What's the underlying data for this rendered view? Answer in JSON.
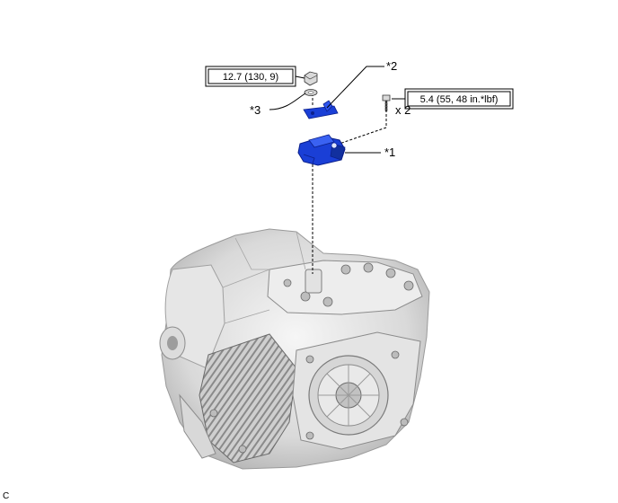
{
  "diagram": {
    "torque_specs": {
      "nut": "12.7 (130, 9)",
      "bolt": "5.4 (55, 48 in.*lbf)"
    },
    "callouts": {
      "part1": "*1",
      "part2": "*2",
      "part3": "*3"
    },
    "quantity": "x 2",
    "corner_code": "C"
  },
  "colors": {
    "part_highlight": "#1a3fd6",
    "part_shadow": "#0b1f8a",
    "transmission_light": "#e8e8e8",
    "transmission_dark": "#6f6f6f",
    "line": "#000000"
  }
}
